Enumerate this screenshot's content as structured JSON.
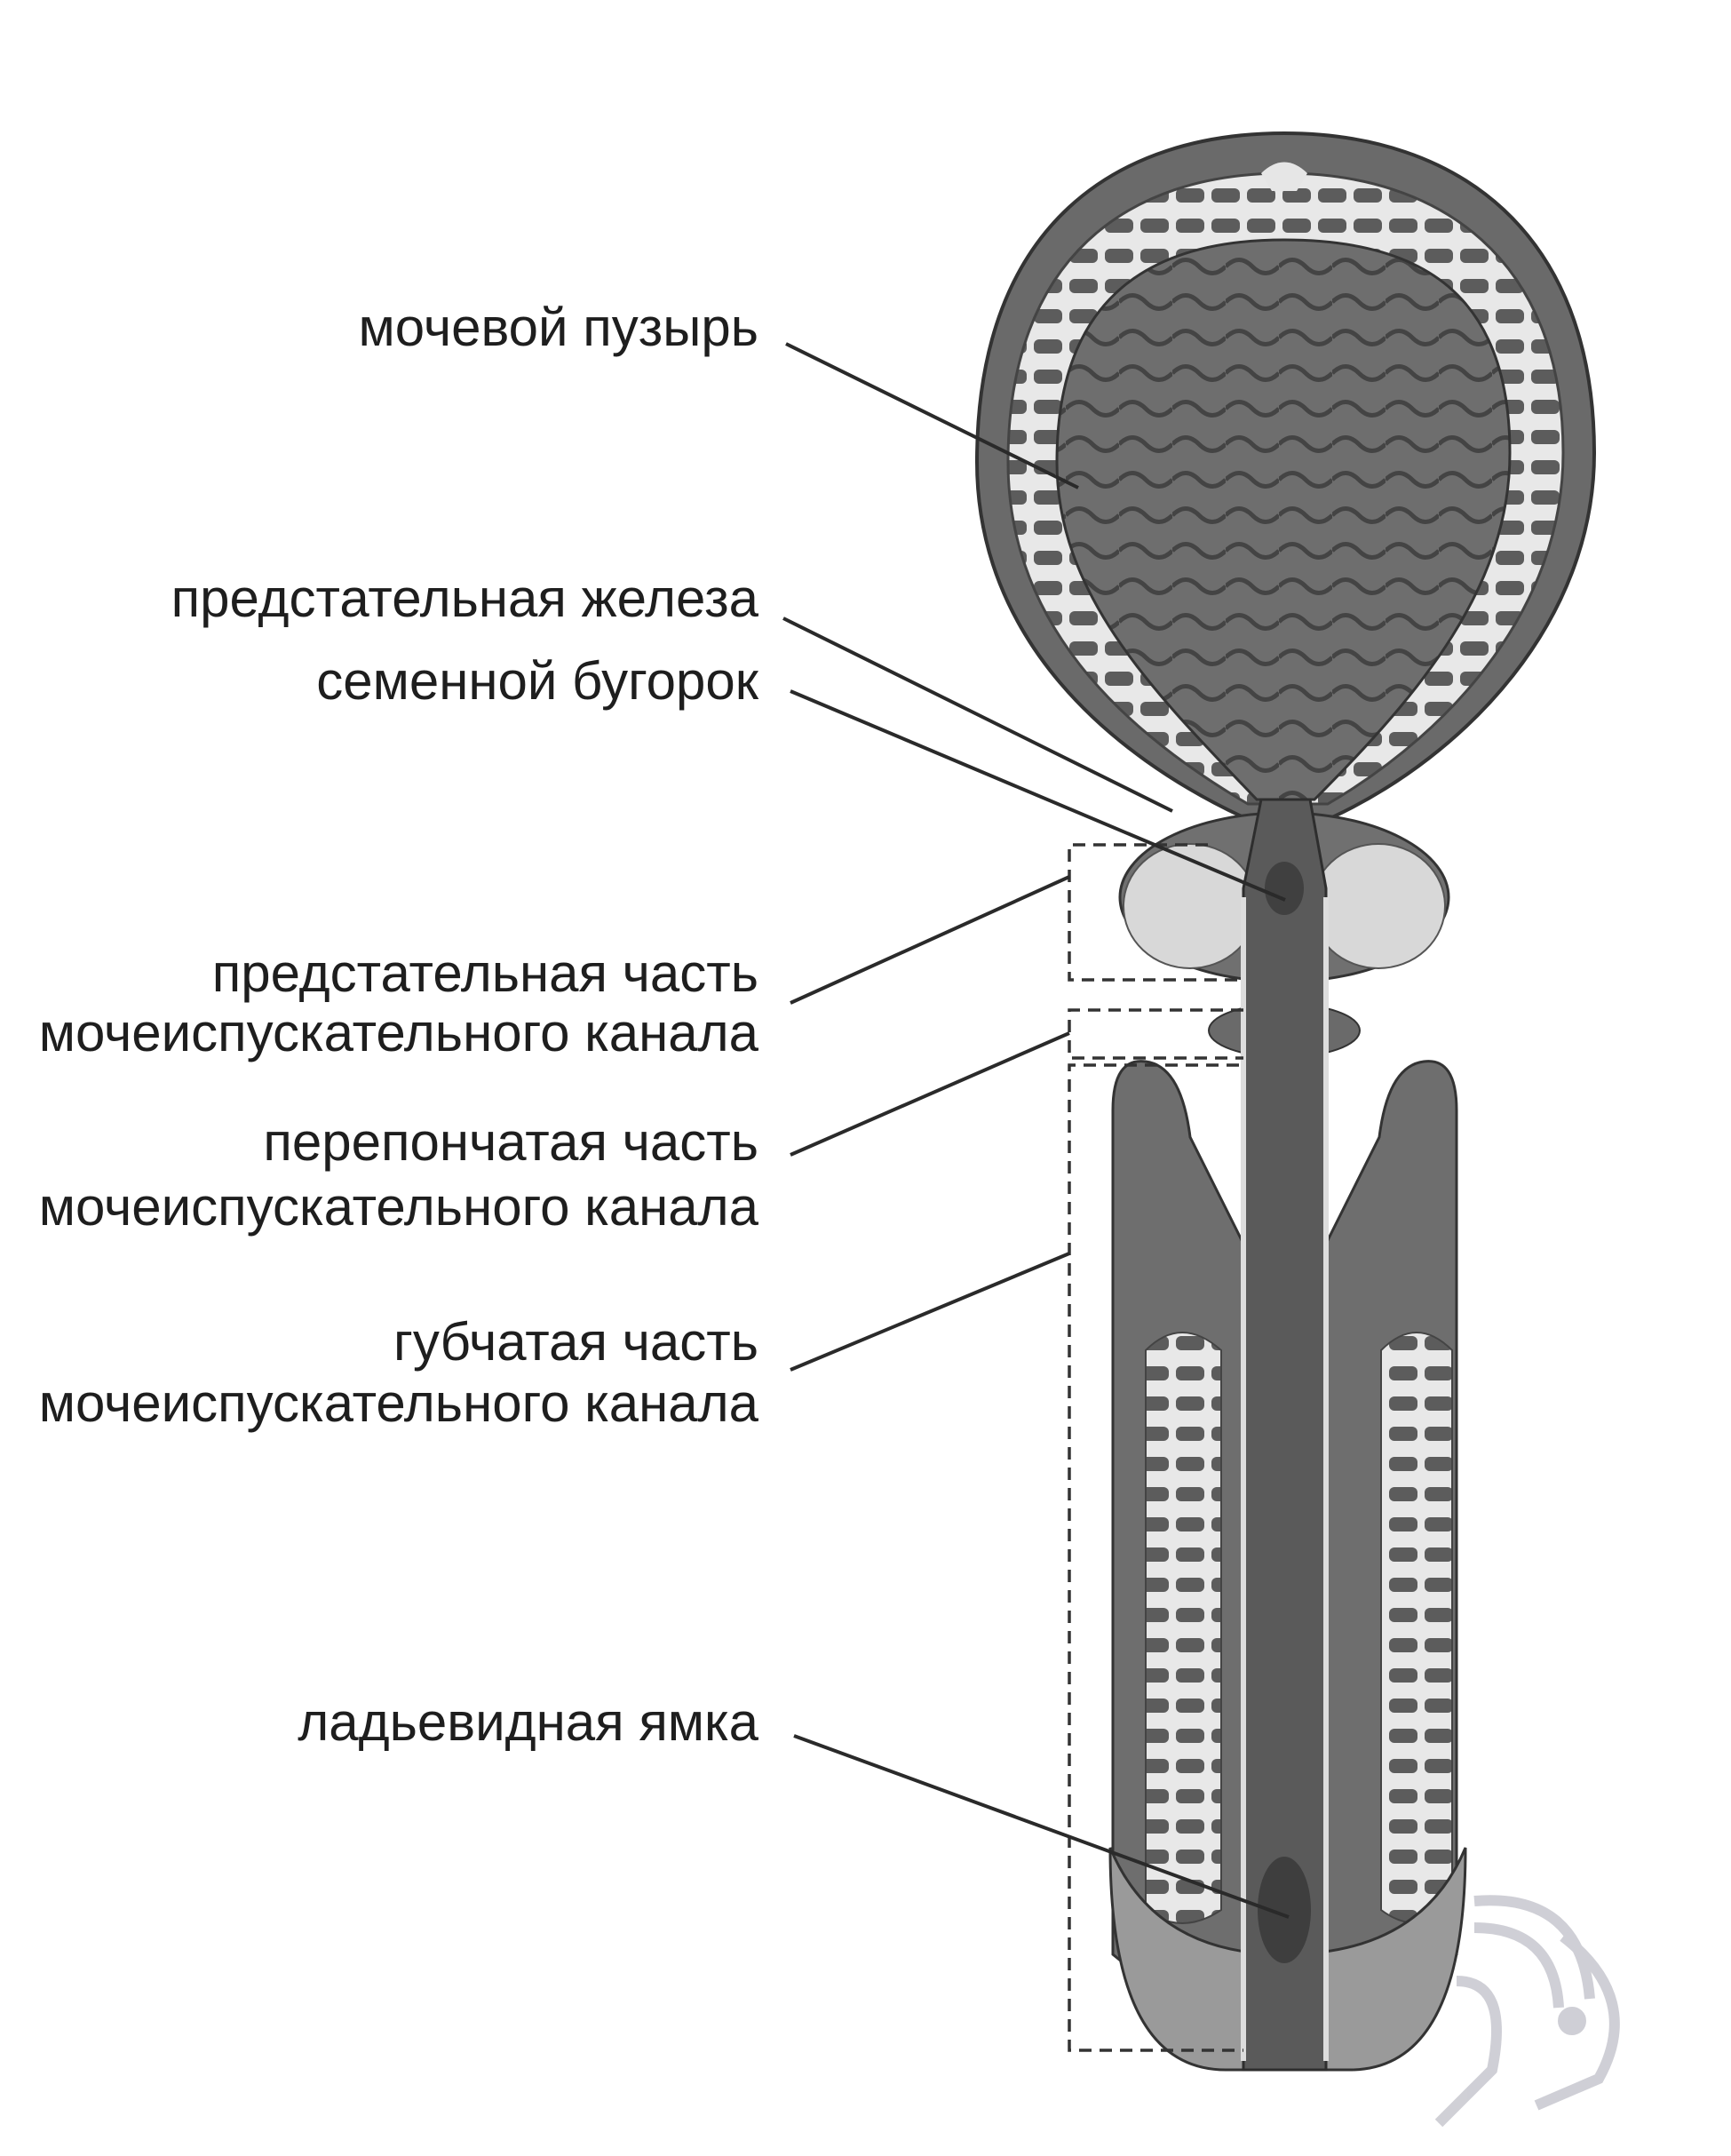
{
  "diagram": {
    "labels": {
      "bladder": "мочевой пузырь",
      "prostate_gland": "предстательная железа",
      "seminal_colliculus": "семенной бугорок",
      "prostatic_part_line1": "предстательная часть",
      "prostatic_part_line2": "мочеиспускательного канала",
      "membranous_part_line1": "перепончатая часть",
      "membranous_part_line2": "мочеиспускательного канала",
      "spongy_part_line1": "губчатая часть",
      "spongy_part_line2": "мочеиспускательного канала",
      "navicular_fossa": "ладьевидная ямка"
    },
    "colors": {
      "tissue_dark": "#5a5a5a",
      "tissue_mid": "#7a7a7a",
      "tissue_light": "#dcdcdc",
      "watermark": "#c4c4cc"
    }
  }
}
